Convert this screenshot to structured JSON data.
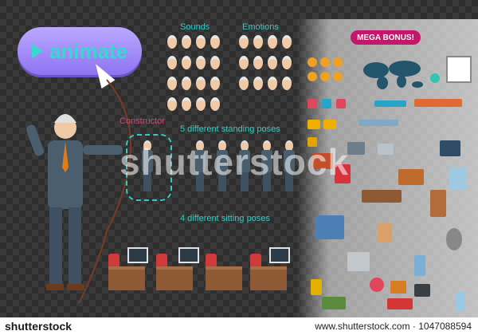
{
  "button": {
    "label": "animate"
  },
  "labels": {
    "sounds": "Sounds",
    "emotions": "Emotions",
    "constructor": "Constructor",
    "standing": "5 different standing poses",
    "sitting": "4 different sitting poses"
  },
  "badge": {
    "mega": "MEGA BONUS!"
  },
  "footer": {
    "brand": "shutterstock",
    "site": "www.shutterstock.com · 1047088594"
  },
  "watermark": "shutterstock",
  "colors": {
    "button": "#9b84f7",
    "accent": "#36c9c6",
    "badge": "#c3176b"
  }
}
